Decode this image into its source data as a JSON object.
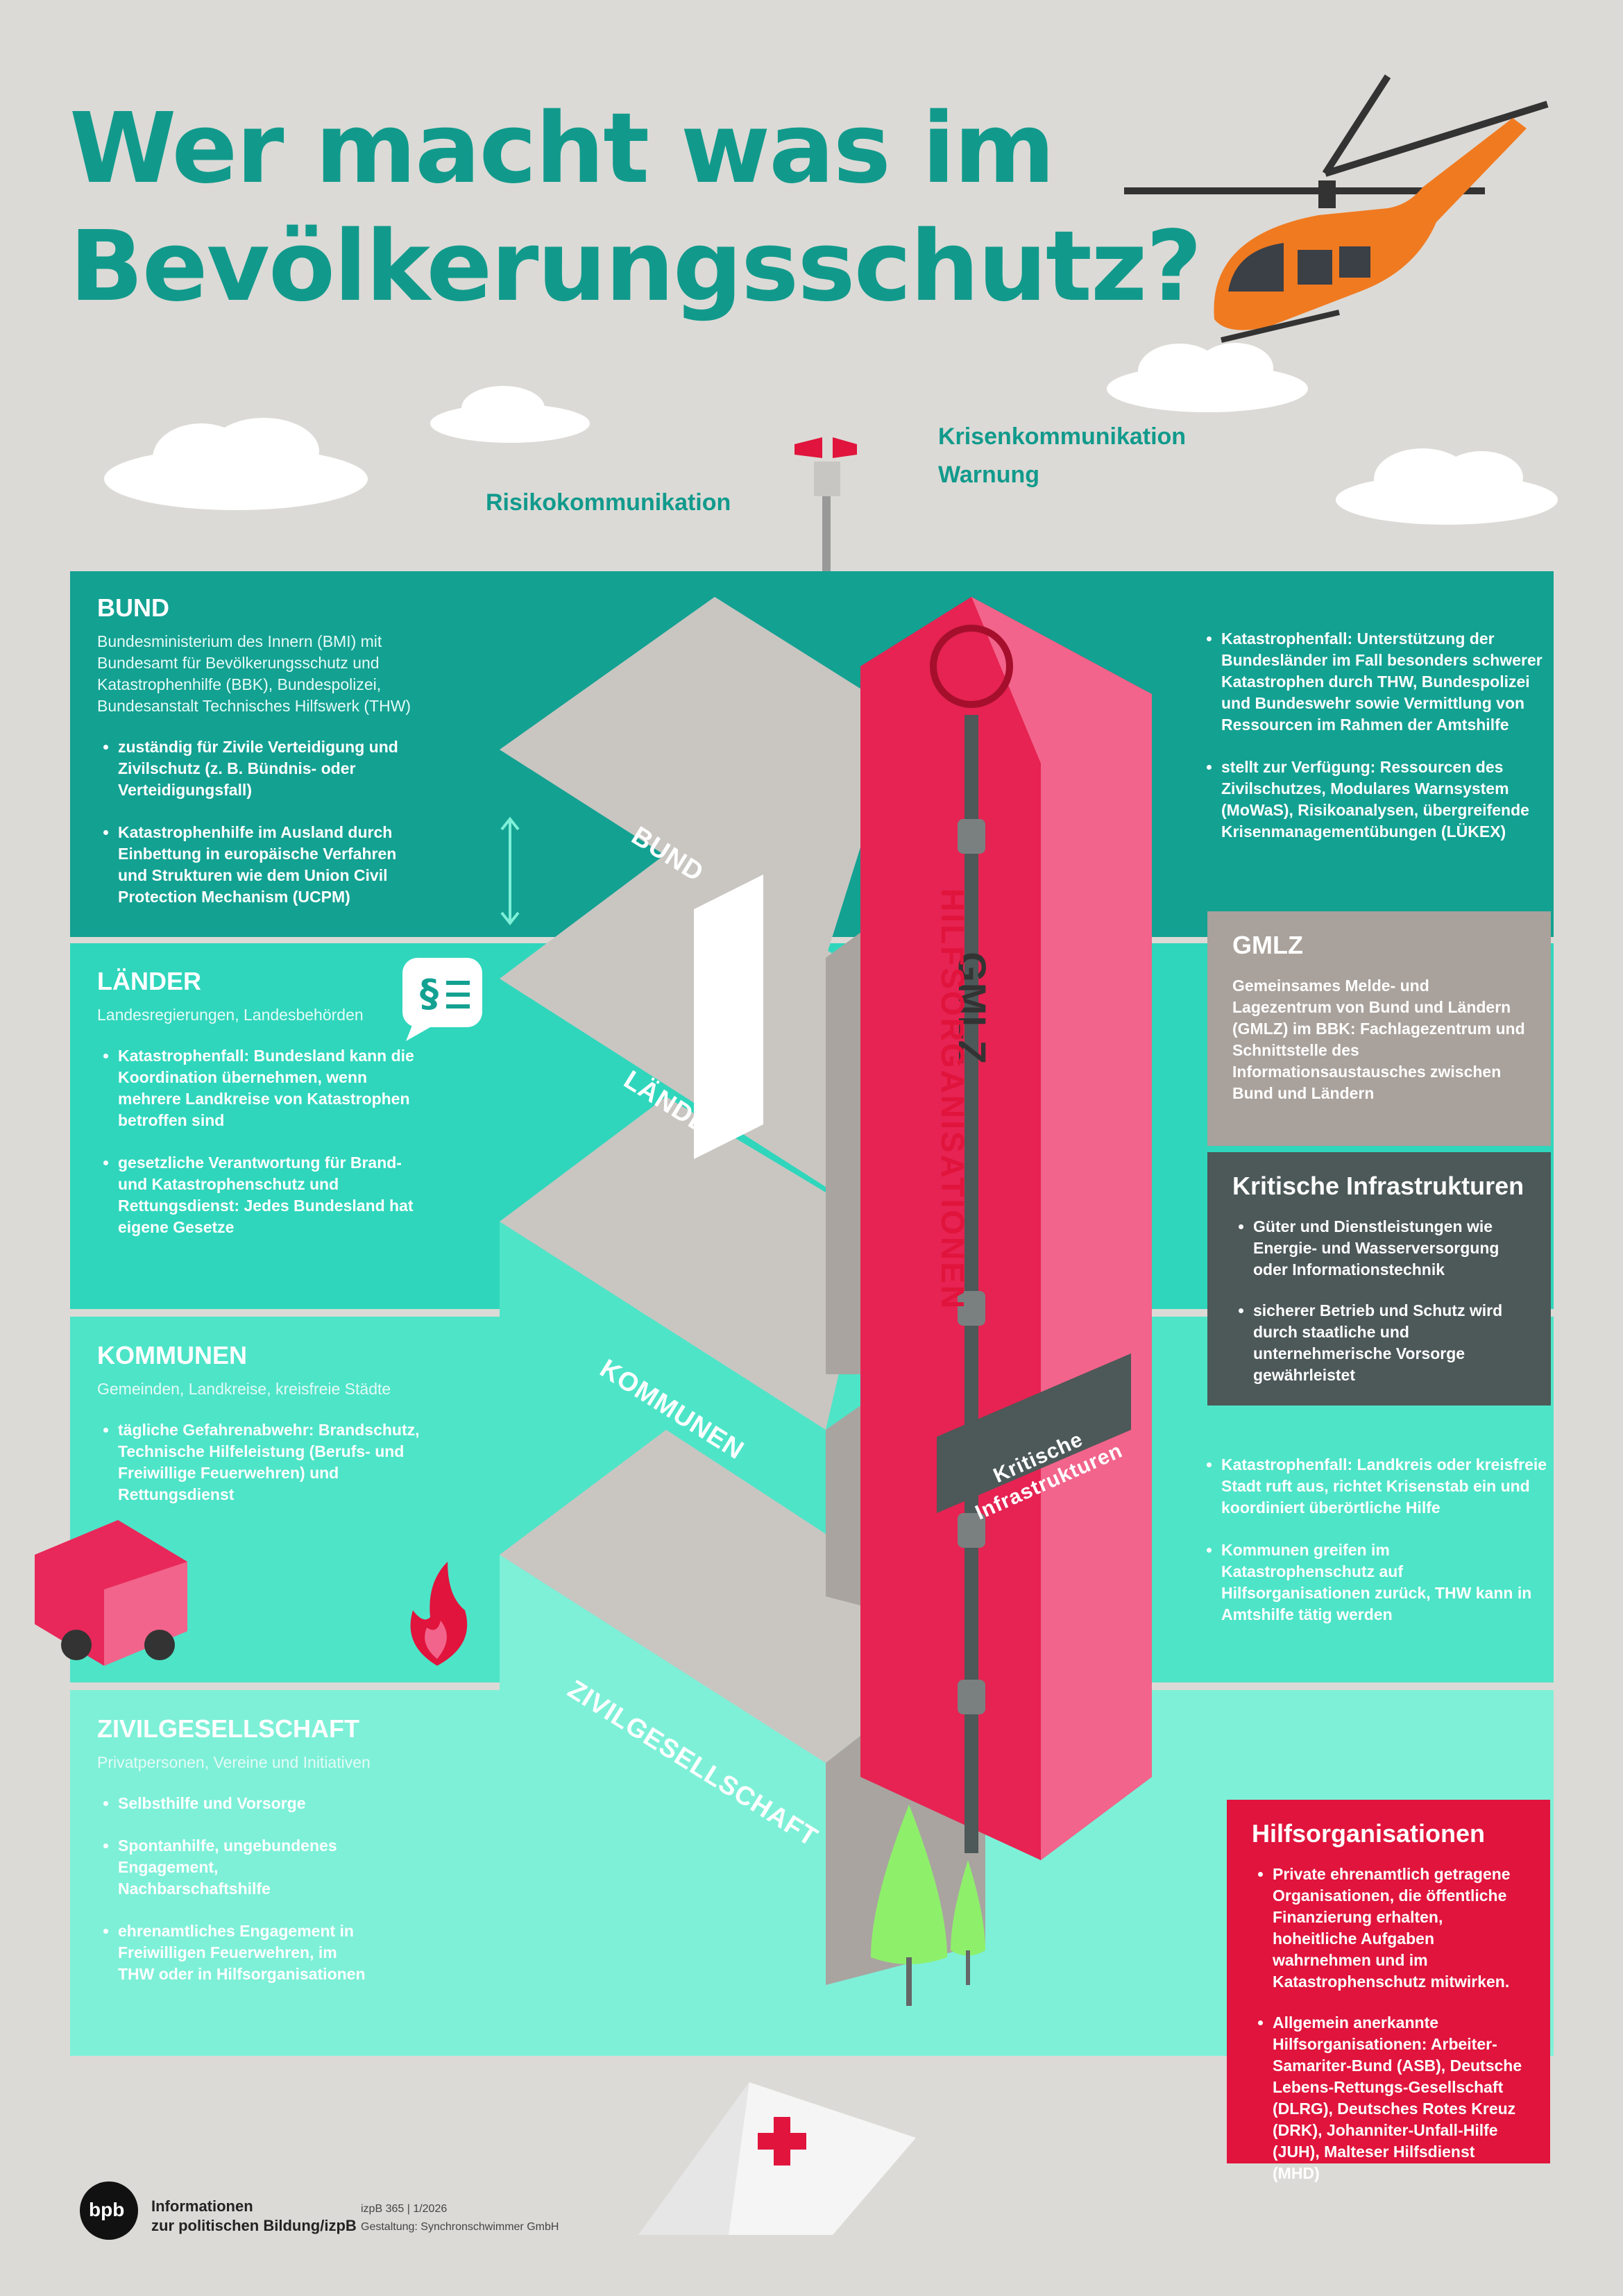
{
  "title": {
    "line1": "Wer macht was im",
    "line2": "Bevölkerungsschutz?"
  },
  "top_labels": {
    "krisen": "Krisenkommunikation",
    "warnung": "Warnung",
    "risiko": "Risikokommunikation"
  },
  "bund": {
    "heading": "BUND",
    "sub": "Bundesministerium des Innern (BMI) mit Bundesamt für Bevölkerungsschutz und Katastrophenhilfe (BBK), Bundespolizei, Bundesanstalt Technisches Hilfswerk (THW)",
    "items": [
      "zuständig für Zivile Verteidigung und Zivilschutz (z. B. Bündnis- oder Verteidigungsfall)",
      "Katastrophenhilfe im Ausland durch Einbettung in europäische Verfahren und Strukturen wie dem Union Civil Protection Mechanism (UCPM)"
    ],
    "right_items": [
      "Katastrophenfall: Unterstützung der Bundesländer im Fall besonders schwerer Katastrophen durch THW, Bundespolizei und Bundeswehr sowie Vermittlung von Ressourcen im Rahmen der Amtshilfe",
      "stellt zur Verfügung: Ressourcen des Zivilschutzes, Modulares Warnsystem (MoWaS), Risikoanalysen, übergreifende Krisenmanagementübungen (LÜKEX)"
    ],
    "floor": "BUND"
  },
  "laender": {
    "heading": "LÄNDER",
    "sub": "Landesregierungen, Landesbehörden",
    "items": [
      "Katastrophenfall: Bundesland kann die Koordination übernehmen, wenn mehrere Landkreise von Katastrophen betroffen sind",
      "gesetzliche Verantwortung für Brand- und Katastrophenschutz und Rettungsdienst: Jedes Bundesland hat eigene Gesetze"
    ],
    "floor": "LÄNDER"
  },
  "kommunen": {
    "heading": "KOMMUNEN",
    "sub": "Gemeinden, Landkreise, kreisfreie Städte",
    "items": [
      "tägliche Gefahrenabwehr: Brandschutz, Technische Hilfeleistung (Berufs- und Freiwillige Feuerwehren) und Rettungsdienst"
    ],
    "right_items": [
      "Katastrophenfall: Landkreis oder kreisfreie Stadt ruft aus, richtet Krisenstab ein und koordiniert überörtliche Hilfe",
      "Kommunen greifen im Katastrophenschutz auf Hilfsorganisationen zurück, THW kann in Amtshilfe tätig werden"
    ],
    "floor": "KOMMUNEN"
  },
  "zivil": {
    "heading": "ZIVILGESELLSCHAFT",
    "sub": "Privatpersonen, Vereine und Initiativen",
    "items": [
      "Selbsthilfe und Vorsorge",
      "Spontanhilfe, ungebundenes Engagement, Nachbarschaftshilfe",
      "ehrenamtliches Engagement in Freiwilligen Feuerwehren, im THW oder in Hilfsorganisationen"
    ],
    "floor": "ZIVILGESELLSCHAFT"
  },
  "gmlz": {
    "heading": "GMLZ",
    "text": "Gemeinsames Melde- und Lagezentrum von Bund und Ländern (GMLZ) im BBK: Fachlagezentrum und Schnittstelle des Informationsaustausches zwischen Bund und Ländern",
    "sign": "GMLZ"
  },
  "kritis": {
    "heading": "Kritische Infrastrukturen",
    "items": [
      "Güter und Dienstleistungen wie Energie- und Wasserversorgung oder Informationstechnik",
      "sicherer Betrieb und Schutz wird durch staatliche und unternehmerische Vorsorge gewährleistet"
    ],
    "sign_line1": "Kritische",
    "sign_line2": "Infrastrukturen"
  },
  "hilfsorg": {
    "heading": "Hilfsorganisationen",
    "items": [
      "Private ehrenamtlich getragene Organisationen, die öffentliche Finanzierung erhalten, hoheitliche Aufgaben wahrnehmen und im Katastrophenschutz mitwirken.",
      "Allgemein anerkannte Hilfsorganisationen: Arbeiter-Samariter-Bund (ASB), Deutsche Lebens-Rettungs-Gesellschaft (DLRG), Deutsches Rotes Kreuz (DRK), Johanniter-Unfall-Hilfe (JUH), Malteser Hilfsdienst (MHD)"
    ],
    "tower": "HILFSORGANISATIONEN"
  },
  "footer": {
    "logo": "bpb",
    "org1": "Informationen",
    "org2": "zur politischen Bildung/izpB",
    "issue": "izpB 365 | 1/2026",
    "design": "Gestaltung: Synchronschwimmer GmbH"
  },
  "colors": {
    "bund": "#13a192",
    "laender": "#2fd6bc",
    "kommunen": "#4ee4c8",
    "zivil": "#7ef0d8",
    "gmlz": "#a9a19b",
    "kritis": "#4d5858",
    "hilfsorg": "#e0143c",
    "title": "#119a8c"
  }
}
